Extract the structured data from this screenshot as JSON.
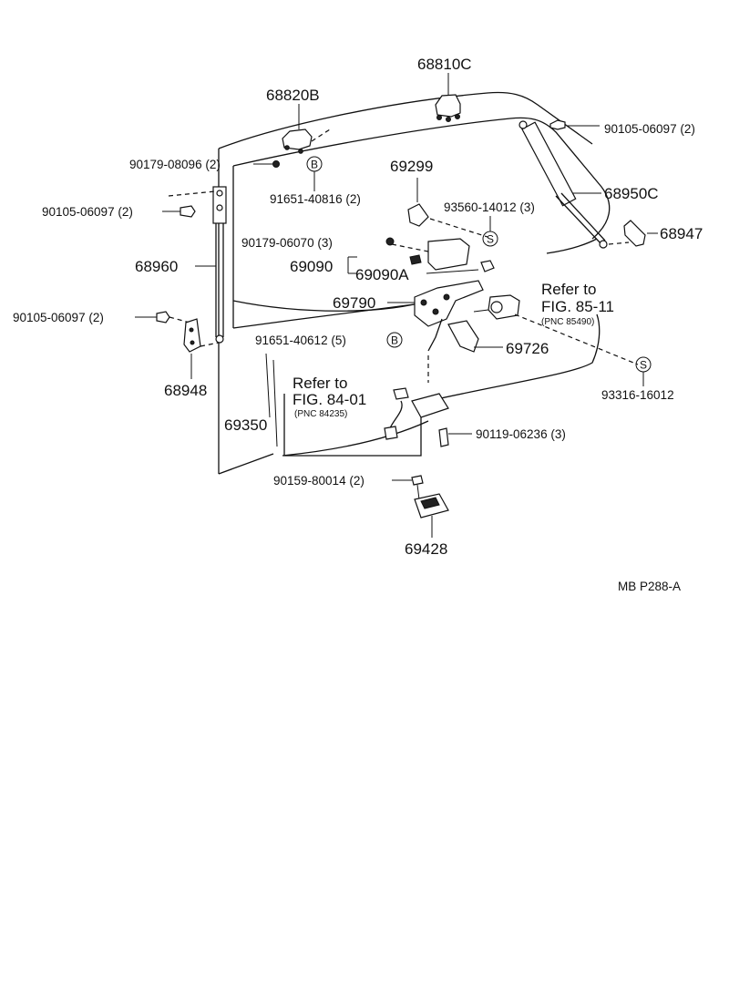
{
  "diagram_code": "MB  P288-A",
  "labels": {
    "p68810C": "68810C",
    "p68820B": "68820B",
    "p90105_tr": "90105-06097 (2)",
    "p90179_08096": "90179-08096 (2)",
    "p91651_40816": "91651-40816 (2)",
    "p90105_l": "90105-06097 (2)",
    "p69299": "69299",
    "p93560": "93560-14012 (3)",
    "p68950C": "68950C",
    "p90179_06070": "90179-06070 (3)",
    "p68947": "68947",
    "p68960": "68960",
    "p69090": "69090",
    "p69090A": "69090A",
    "ref85_1": "Refer to",
    "ref85_2": "FIG. 85-11",
    "ref85_3": "(PNC 85490)",
    "p69790": "69790",
    "p90105_bl": "90105-06097 (2)",
    "p91651_40612": "91651-40612 (5)",
    "p69726": "69726",
    "p68948": "68948",
    "p93316": "93316-16012",
    "ref84_1": "Refer to",
    "ref84_2": "FIG. 84-01",
    "ref84_3": "(PNC 84235)",
    "p69350": "69350",
    "p90119": "90119-06236 (3)",
    "p90159": "90159-80014 (2)",
    "p69428": "69428"
  },
  "symbols": {
    "b_marker": "B",
    "s_marker": "S"
  }
}
